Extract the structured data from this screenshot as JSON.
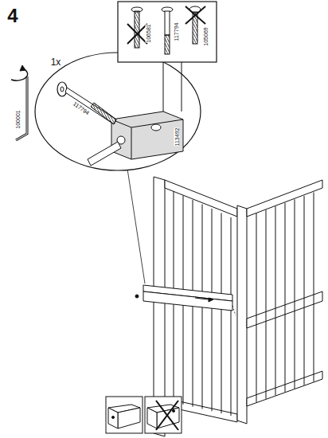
{
  "diagram": {
    "labels": [
      "4",
      "106581",
      "117794",
      "105069",
      "1x",
      "100001",
      "117794",
      "113492"
    ]
  }
}
